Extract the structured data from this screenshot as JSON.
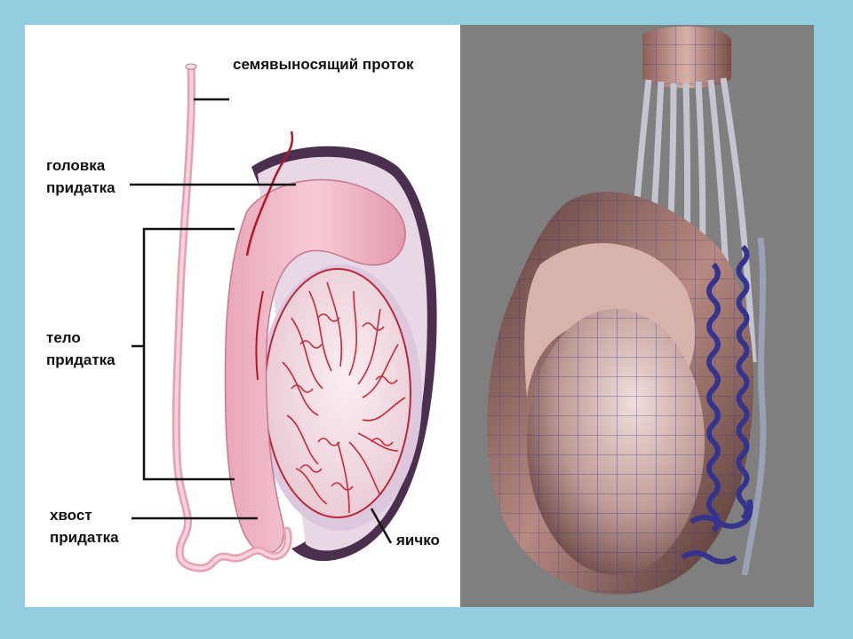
{
  "labels": {
    "vas_deferens": "семявыносящий проток",
    "head": [
      "головка",
      "придатка"
    ],
    "body": [
      "тело",
      "придатка"
    ],
    "tail": [
      "хвост",
      "придатка"
    ],
    "testis": "яичко"
  },
  "colors": {
    "background": "#92cde0",
    "epididymis": "#f0b8c4",
    "tubules": "#c8283a",
    "capsule": "#5a3a5a",
    "model_bg": "#7f7f7f"
  }
}
